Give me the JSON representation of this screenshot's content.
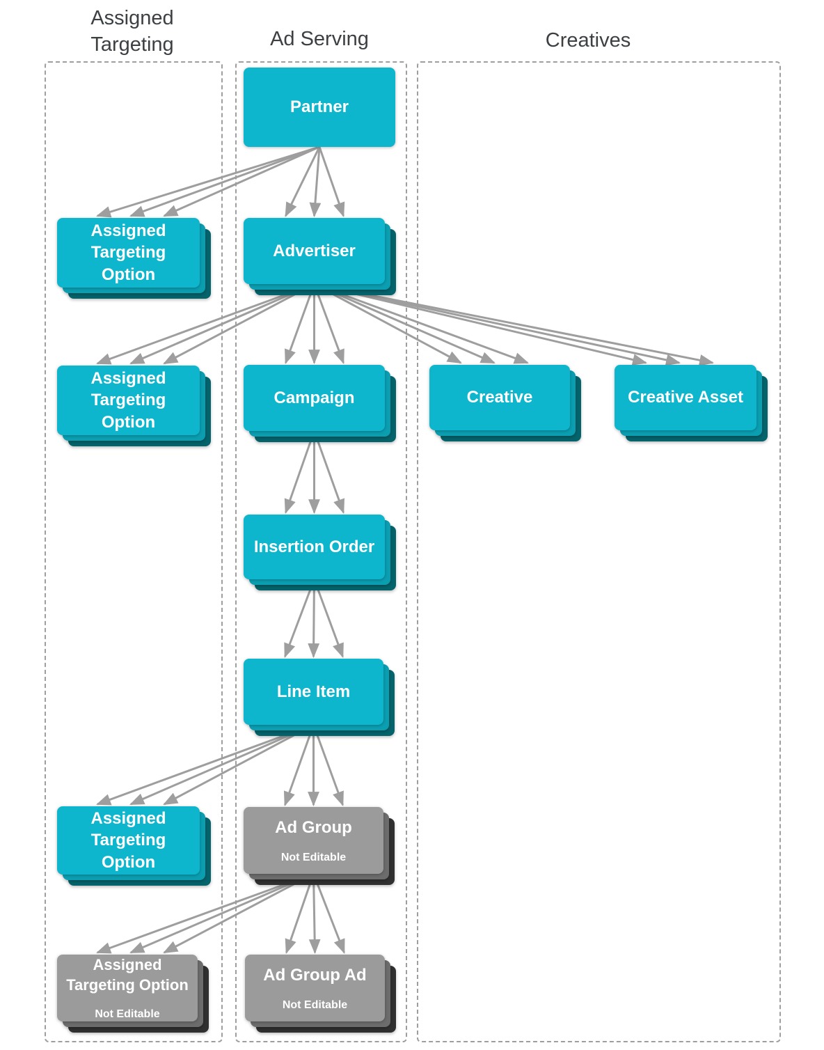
{
  "column_headers": {
    "assigned_targeting": "Assigned Targeting",
    "ad_serving": "Ad Serving",
    "creatives": "Creatives"
  },
  "nodes": {
    "partner": {
      "label": "Partner"
    },
    "ato_partner": {
      "label": "Assigned Targeting Option"
    },
    "advertiser": {
      "label": "Advertiser"
    },
    "ato_advertiser": {
      "label": "Assigned Targeting Option"
    },
    "campaign": {
      "label": "Campaign"
    },
    "creative": {
      "label": "Creative"
    },
    "creative_asset": {
      "label": "Creative Asset"
    },
    "insertion_order": {
      "label": "Insertion Order"
    },
    "line_item": {
      "label": "Line Item"
    },
    "ato_line_item": {
      "label": "Assigned Targeting Option"
    },
    "ad_group": {
      "label": "Ad Group",
      "sublabel": "Not Editable"
    },
    "ato_ad_group": {
      "label": "Assigned Targeting Option",
      "sublabel": "Not Editable"
    },
    "ad_group_ad": {
      "label": "Ad Group Ad",
      "sublabel": "Not Editable"
    }
  },
  "edges": [
    {
      "from": "partner",
      "to": "ato_partner"
    },
    {
      "from": "partner",
      "to": "advertiser"
    },
    {
      "from": "advertiser",
      "to": "ato_advertiser"
    },
    {
      "from": "advertiser",
      "to": "campaign"
    },
    {
      "from": "advertiser",
      "to": "creative"
    },
    {
      "from": "advertiser",
      "to": "creative_asset"
    },
    {
      "from": "campaign",
      "to": "insertion_order"
    },
    {
      "from": "insertion_order",
      "to": "line_item"
    },
    {
      "from": "line_item",
      "to": "ato_line_item"
    },
    {
      "from": "line_item",
      "to": "ad_group"
    },
    {
      "from": "ad_group",
      "to": "ato_ad_group"
    },
    {
      "from": "ad_group",
      "to": "ad_group_ad"
    }
  ],
  "colors": {
    "teal": "#0DB6CC",
    "teal_mid": "#0B9EB1",
    "teal_back": "#05636C",
    "gray": "#9B9B9B",
    "gray_mid": "#6C6C6C",
    "gray_back": "#303030",
    "arrow": "#9e9e9e",
    "col_border": "#9e9e9e",
    "header_text": "#3c4043",
    "node_text": "#ffffff"
  }
}
